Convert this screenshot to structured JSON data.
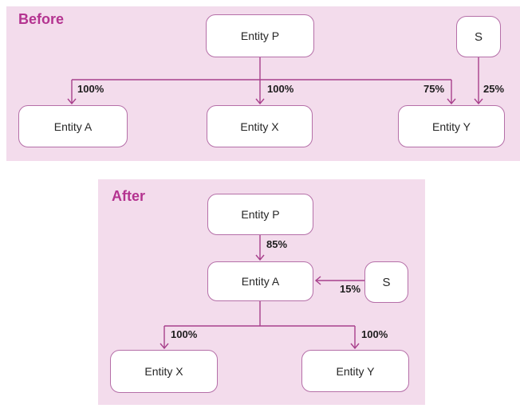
{
  "colors": {
    "panel_bg": "#f3dcec",
    "box_border": "#b56fa8",
    "line_color": "#a8408c",
    "title_color": "#b43390",
    "label_color": "#1c1c1c"
  },
  "before": {
    "title": "Before",
    "nodes": {
      "p": "Entity P",
      "s": "S",
      "a": "Entity A",
      "x": "Entity X",
      "y": "Entity Y"
    },
    "labels": {
      "p_to_a": "100%",
      "p_to_x": "100%",
      "p_to_y": "75%",
      "s_to_y": "25%"
    }
  },
  "after": {
    "title": "After",
    "nodes": {
      "p": "Entity P",
      "a": "Entity A",
      "s": "S",
      "x": "Entity X",
      "y": "Entity Y"
    },
    "labels": {
      "p_to_a": "85%",
      "s_to_a": "15%",
      "a_to_x": "100%",
      "a_to_y": "100%"
    }
  }
}
